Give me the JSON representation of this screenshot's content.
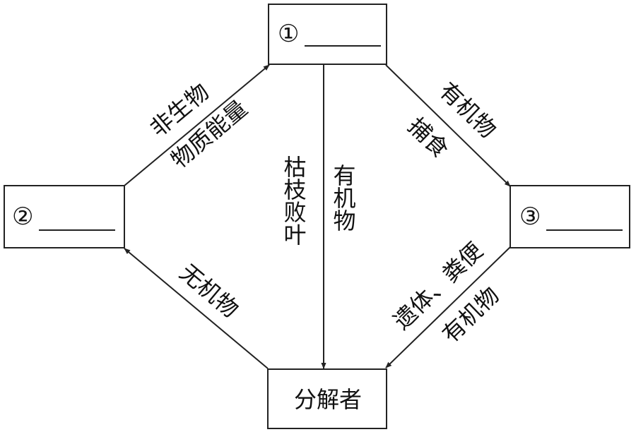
{
  "nodes": {
    "node1": {
      "marker": "①"
    },
    "node2": {
      "marker": "②"
    },
    "node3": {
      "marker": "③"
    },
    "decomposer": {
      "label": "分解者"
    }
  },
  "edges": {
    "node2_to_node1": {
      "line1": "非生物",
      "line2": "物质能量"
    },
    "node1_to_node3": {
      "line1": "有机物",
      "line2": "捕食"
    },
    "node1_to_decomposer": {
      "col_left": "枯枝败叶",
      "col_right": "有机物"
    },
    "node3_to_decomposer": {
      "line1": "遗体、粪便",
      "line2": "有机物"
    },
    "decomposer_to_node2": {
      "line1": "无机物"
    }
  },
  "colors": {
    "stroke": "#222222",
    "text": "#111111",
    "background": "#ffffff"
  }
}
